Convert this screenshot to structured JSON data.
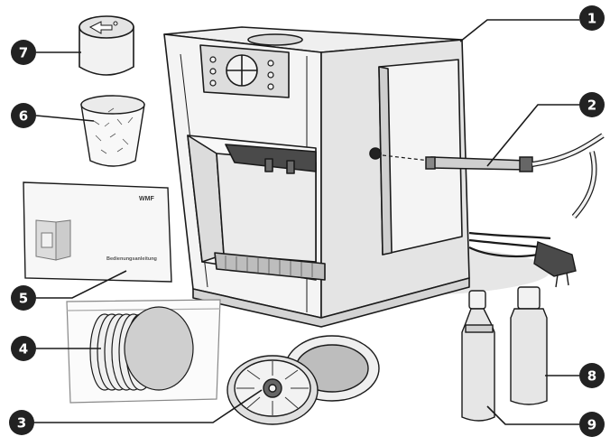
{
  "callouts": [
    {
      "number": "1",
      "part": "coffee machine"
    },
    {
      "number": "2",
      "part": "steam pipe with hose"
    },
    {
      "number": "3",
      "part": "water filter with cover"
    },
    {
      "number": "4",
      "part": "cleaning tablets"
    },
    {
      "number": "5",
      "part": "operating instructions"
    },
    {
      "number": "6",
      "part": "cup with powder"
    },
    {
      "number": "7",
      "part": "measuring container"
    },
    {
      "number": "8",
      "part": "bottle"
    },
    {
      "number": "9",
      "part": "bottle"
    }
  ],
  "manual": {
    "brand": "WMF",
    "title": "Bedienungsanleitung"
  },
  "colors": {
    "line": "#1a1a1a",
    "bubble": "#222222",
    "shade": "#cfcfcf",
    "light": "#eeeeee"
  }
}
